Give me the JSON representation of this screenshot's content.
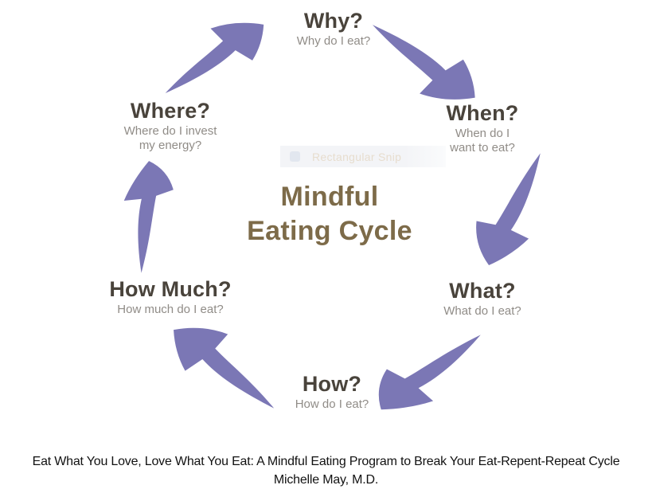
{
  "diagram": {
    "center_title": {
      "line1": "Mindful",
      "line2": "Eating Cycle"
    },
    "stages": [
      {
        "heading": "Why?",
        "subtitle": "Why do I eat?"
      },
      {
        "heading": "When?",
        "subtitle": "When do I want to eat?"
      },
      {
        "heading": "What?",
        "subtitle": "What do I eat?"
      },
      {
        "heading": "How?",
        "subtitle": "How do I eat?"
      },
      {
        "heading": "How Much?",
        "subtitle": "How much do I eat?"
      },
      {
        "heading": "Where?",
        "subtitle": "Where do I invest my energy?"
      }
    ],
    "colors": {
      "arrow": "#7b77b5",
      "heading": "#49433b",
      "subtitle": "#908c87",
      "center_title": "#7d6b49",
      "caption": "#121212"
    }
  },
  "snip_overlay": {
    "label": "Rectangular Snip"
  },
  "caption": {
    "line1": "Eat What You Love, Love What You Eat: A Mindful Eating Program to Break Your Eat-Repent-Repeat Cycle",
    "line2": "Michelle May, M.D."
  }
}
